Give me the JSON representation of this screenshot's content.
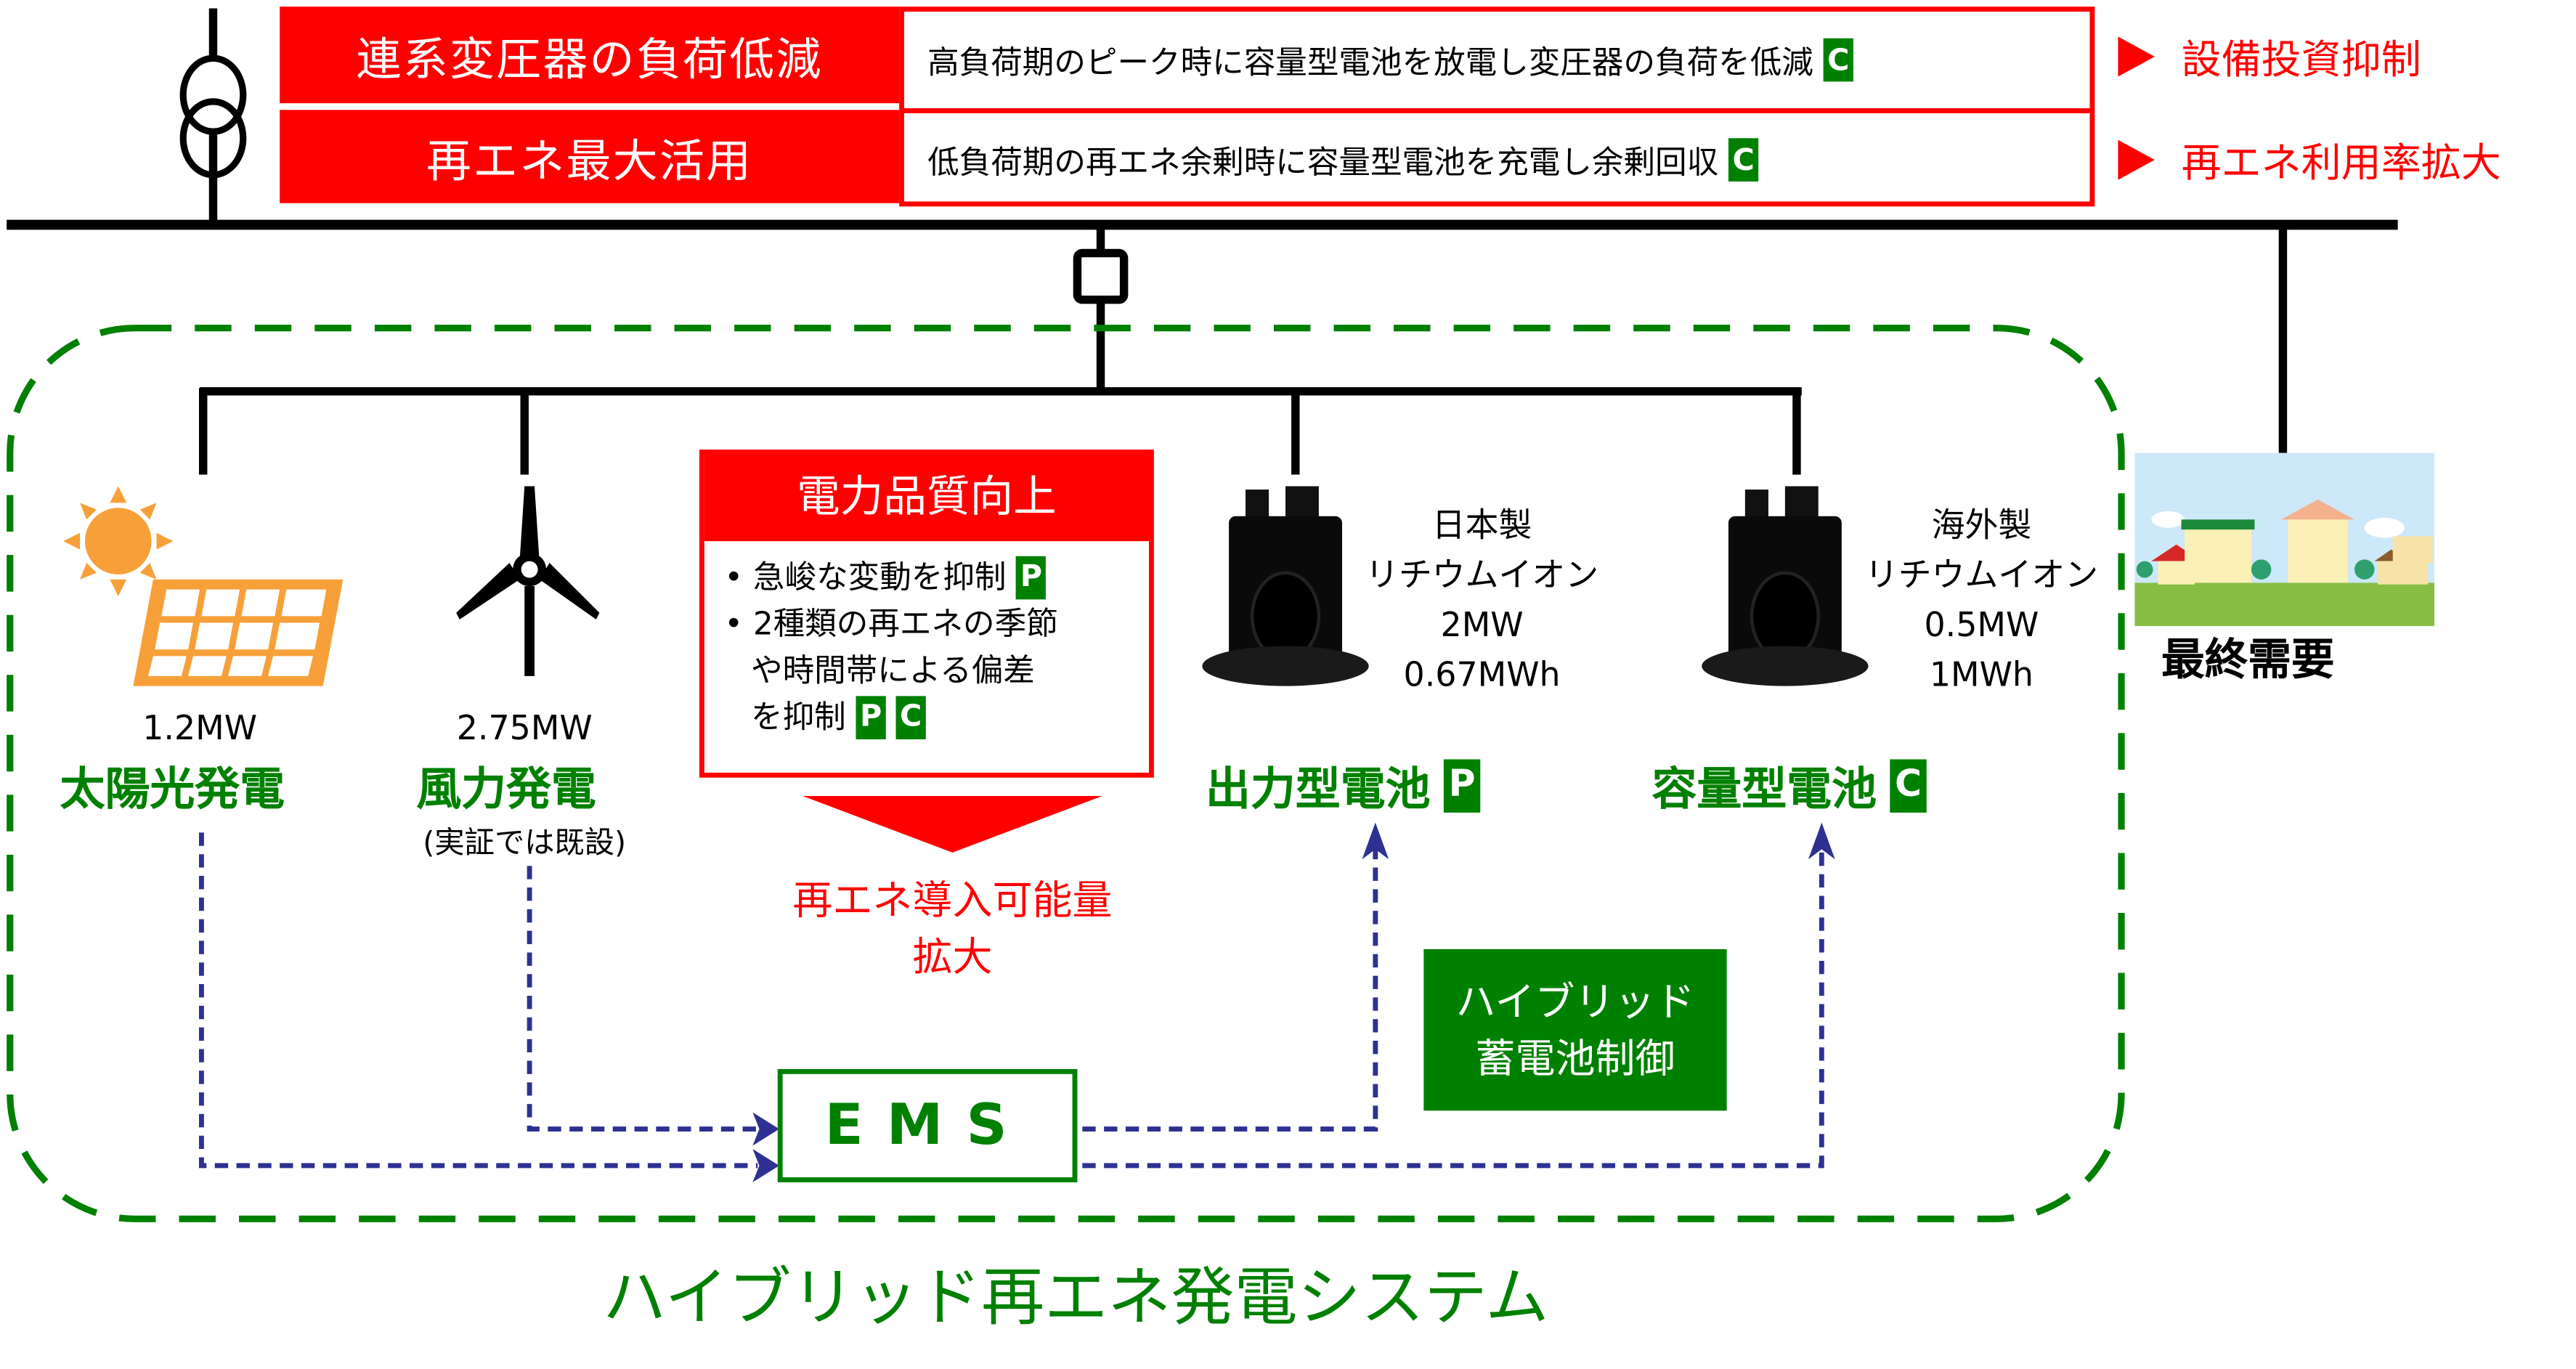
{
  "colors": {
    "red": "#FF0000",
    "green": "#008000",
    "navy": "#2E3192",
    "solar_orange": "#F7A03A",
    "black": "#000000"
  },
  "top": {
    "rows": [
      {
        "label": "連系変圧器の負荷低減",
        "description": "高負荷期のピーク時に容量型電池を放電し変圧器の負荷を低減",
        "badge": "C",
        "outcome": "設備投資抑制"
      },
      {
        "label": "再エネ最大活用",
        "description": "低負荷期の再エネ余剰時に容量型電池を充電し余剰回収",
        "badge": "C",
        "outcome": "再エネ利用率拡大"
      }
    ]
  },
  "generators": [
    {
      "capacity": "1.2MW",
      "name": "太陽光発電",
      "note": "",
      "icon": "solar-panel-icon"
    },
    {
      "capacity": "2.75MW",
      "name": "風力発電",
      "note": "(実証では既設)",
      "icon": "wind-turbine-icon"
    }
  ],
  "power_quality": {
    "title": "電力品質向上",
    "items": [
      {
        "bullet": "•",
        "lines": [
          "急峻な変動を抑制"
        ],
        "badges": [
          "P"
        ]
      },
      {
        "bullet": "•",
        "lines": [
          "2種類の再エネの季節",
          "や時間帯による偏差",
          "を抑制"
        ],
        "badges": [
          "P",
          "C"
        ]
      }
    ],
    "result_line1": "再エネ導入可能量",
    "result_line2": "拡大"
  },
  "batteries": [
    {
      "origin": "日本製",
      "chemistry": "リチウムイオン",
      "power": "2MW",
      "energy": "0.67MWh",
      "name": "出力型電池",
      "badge": "P",
      "icon": "battery-icon"
    },
    {
      "origin": "海外製",
      "chemistry": "リチウムイオン",
      "power": "0.5MW",
      "energy": "1MWh",
      "name": "容量型電池",
      "badge": "C",
      "icon": "battery-icon"
    }
  ],
  "demand": {
    "label": "最終需要",
    "icon": "town-icon"
  },
  "ems": {
    "label": "EMS"
  },
  "hybrid_control": {
    "line1": "ハイブリッド",
    "line2": "蓄電池制御"
  },
  "system_title": "ハイブリッド再エネ発電システム"
}
